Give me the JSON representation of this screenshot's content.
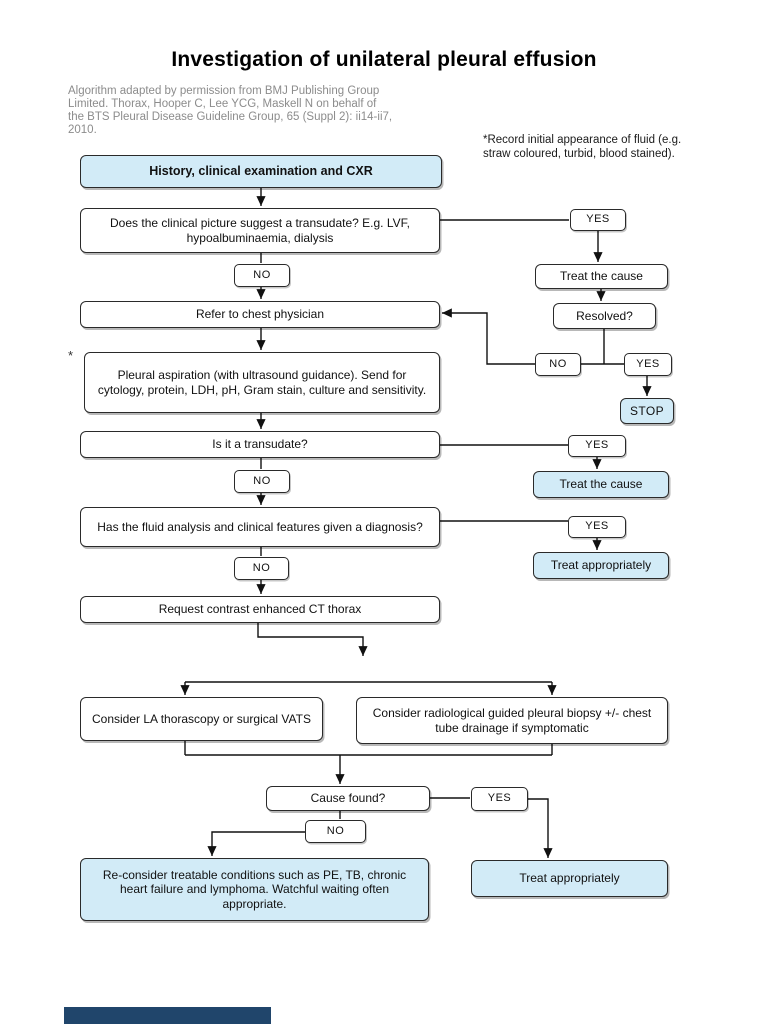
{
  "page": {
    "title": "Investigation of unilateral pleural effusion",
    "attribution": "Algorithm adapted by permission from BMJ Publishing Group Limited. Thorax, Hooper C, Lee YCG, Maskell N on behalf of the BTS Pleural Disease Guideline Group, 65 (Suppl 2): ii14-ii7, 2010.",
    "note": "*Record initial appearance of fluid (e.g. straw coloured, turbid, blood stained).",
    "aspiration_footnote_marker": "*"
  },
  "colors": {
    "highlight_fill": "#d2ebf7",
    "box_fill": "#ffffff",
    "box_border": "#2a2a2a",
    "connector": "#111111",
    "attribution_text": "#8c8c8c",
    "footer_bar": "#20456b"
  },
  "nodes": {
    "history": {
      "label": "History, clinical examination and CXR",
      "highlighted": true
    },
    "transudate_question": {
      "label": "Does the clinical picture suggest a transudate? E.g. LVF, hypoalbuminaemia, dialysis"
    },
    "yes_transudate": {
      "label": "YES"
    },
    "no_transudate": {
      "label": "NO"
    },
    "treat_the_cause_1": {
      "label": "Treat the cause"
    },
    "resolved_question": {
      "label": "Resolved?"
    },
    "no_resolved": {
      "label": "NO"
    },
    "yes_resolved": {
      "label": "YES"
    },
    "stop": {
      "label": "STOP",
      "highlighted": true
    },
    "refer_chest_physician": {
      "label": "Refer to chest physician"
    },
    "pleural_aspiration": {
      "label": "Pleural aspiration (with ultrasound guidance). Send for cytology, protein, LDH, pH, Gram stain, culture and sensitivity."
    },
    "is_it_transudate": {
      "label": "Is it a transudate?"
    },
    "yes_is_transudate": {
      "label": "YES"
    },
    "no_is_transudate": {
      "label": "NO"
    },
    "treat_the_cause_2": {
      "label": "Treat the cause",
      "highlighted": true
    },
    "fluid_analysis_question": {
      "label": "Has the fluid analysis and clinical features given a diagnosis?"
    },
    "yes_diagnosis": {
      "label": "YES"
    },
    "no_diagnosis": {
      "label": "NO"
    },
    "treat_appropriately_1": {
      "label": "Treat appropriately",
      "highlighted": true
    },
    "request_ct": {
      "label": "Request contrast enhanced CT thorax"
    },
    "consider_thorascopy": {
      "label": "Consider LA thorascopy or surgical VATS"
    },
    "consider_biopsy": {
      "label": "Consider radiological guided pleural biopsy +/- chest tube drainage if symptomatic"
    },
    "cause_found_question": {
      "label": "Cause found?"
    },
    "yes_cause_found": {
      "label": "YES"
    },
    "no_cause_found": {
      "label": "NO"
    },
    "treat_appropriately_2": {
      "label": "Treat appropriately",
      "highlighted": true
    },
    "reconsider": {
      "label": "Re-consider treatable conditions such as PE, TB, chronic heart failure and lymphoma. Watchful waiting often appropriate.",
      "highlighted": true
    }
  }
}
